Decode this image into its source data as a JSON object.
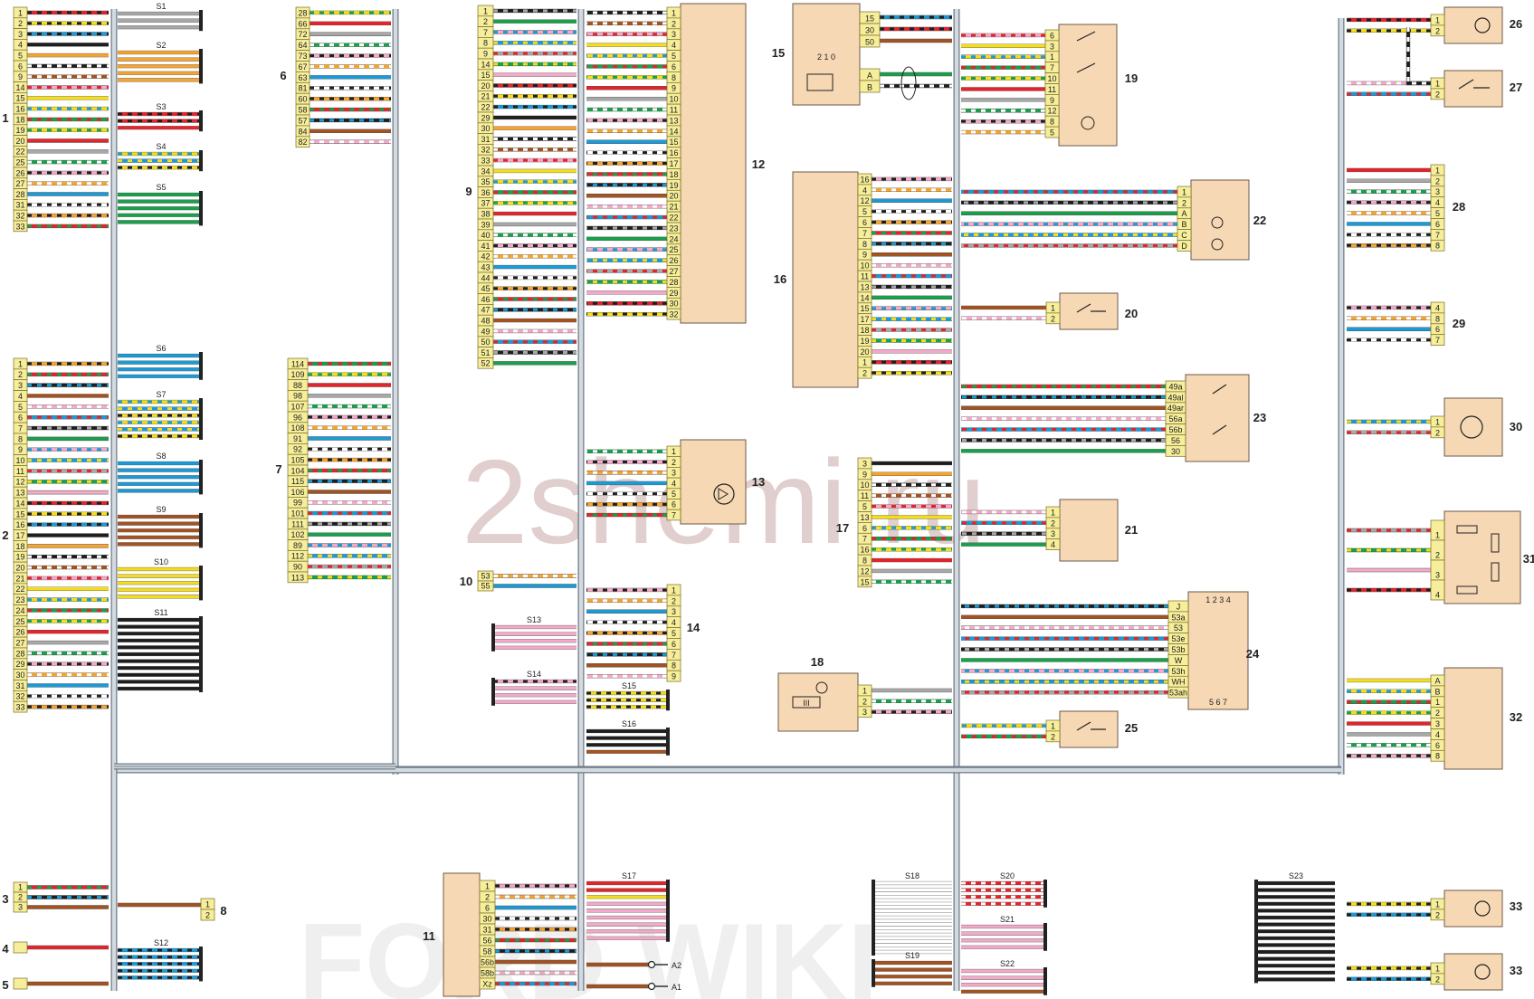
{
  "watermark": {
    "main": "2shemi.ru",
    "footer": "FORD WIKI"
  },
  "colors": {
    "bg": "#ffffff",
    "connector": "#f6ee9a",
    "box": "#f7d8b4",
    "box_stroke": "#6b5a48",
    "bundle": "#c8d0d8",
    "splice": "#222222"
  },
  "palette": {
    "R": "#e4232a",
    "B": "#1e1e1e",
    "W": "#ffffff",
    "L": "#1a9bd7",
    "G": "#18a04a",
    "Y": "#f4de1c",
    "O": "#f6a42f",
    "P": "#f3a9c8",
    "N": "#a4521f",
    "S": "#a8a8a8",
    "V": "#7a4aa0"
  },
  "components": [
    {
      "id": "1",
      "label": "1",
      "pins": [
        "1",
        "2",
        "3",
        "4",
        "5",
        "6",
        "9",
        "14",
        "15",
        "16",
        "18",
        "19",
        "20",
        "22",
        "25",
        "26",
        "27",
        "28",
        "31",
        "32",
        "33"
      ]
    },
    {
      "id": "2",
      "label": "2",
      "pins": [
        "1",
        "2",
        "3",
        "4",
        "5",
        "6",
        "7",
        "8",
        "9",
        "10",
        "11",
        "12",
        "13",
        "14",
        "15",
        "16",
        "17",
        "18",
        "19",
        "20",
        "21",
        "22",
        "23",
        "24",
        "25",
        "26",
        "27",
        "28",
        "29",
        "30",
        "31",
        "32",
        "33"
      ]
    },
    {
      "id": "3",
      "label": "3",
      "pins": [
        "1",
        "2",
        "3"
      ]
    },
    {
      "id": "4",
      "label": "4",
      "pins": [
        ""
      ]
    },
    {
      "id": "5",
      "label": "5",
      "pins": [
        ""
      ]
    },
    {
      "id": "6",
      "label": "6",
      "pins": [
        "28",
        "66",
        "72",
        "64",
        "73",
        "67",
        "63",
        "81",
        "60",
        "58",
        "57",
        "84",
        "82"
      ]
    },
    {
      "id": "7",
      "label": "7",
      "pins": [
        "114",
        "109",
        "88",
        "98",
        "107",
        "96",
        "108",
        "91",
        "92",
        "105",
        "104",
        "115",
        "106",
        "99",
        "101",
        "111",
        "102",
        "89",
        "112",
        "90",
        "113"
      ]
    },
    {
      "id": "8",
      "label": "8",
      "pins": [
        "1",
        "2"
      ]
    },
    {
      "id": "9",
      "label": "9",
      "pins": [
        "1",
        "2",
        "7",
        "8",
        "9",
        "14",
        "15",
        "20",
        "21",
        "22",
        "29",
        "30",
        "31",
        "32",
        "33",
        "34",
        "35",
        "36",
        "37",
        "38",
        "39",
        "40",
        "41",
        "42",
        "43",
        "44",
        "45",
        "46",
        "47",
        "48",
        "49",
        "50",
        "51",
        "52"
      ]
    },
    {
      "id": "10",
      "label": "10",
      "pins": [
        "53",
        "55"
      ]
    },
    {
      "id": "11",
      "label": "11",
      "pins": [
        "1",
        "2",
        "6",
        "30",
        "31",
        "56",
        "58",
        "56b",
        "58b",
        "Xz"
      ]
    },
    {
      "id": "12",
      "label": "12",
      "pins": [
        "1",
        "2",
        "3",
        "4",
        "5",
        "6",
        "8",
        "9",
        "10",
        "11",
        "13",
        "14",
        "15",
        "16",
        "17",
        "18",
        "19",
        "20",
        "21",
        "22",
        "23",
        "24",
        "25",
        "26",
        "27",
        "28",
        "29",
        "30",
        "32"
      ]
    },
    {
      "id": "13",
      "label": "13",
      "pins": [
        "1",
        "2",
        "3",
        "4",
        "5",
        "6",
        "7"
      ]
    },
    {
      "id": "14",
      "label": "14",
      "pins": [
        "1",
        "2",
        "3",
        "4",
        "5",
        "6",
        "7",
        "8",
        "9"
      ]
    },
    {
      "id": "15",
      "label": "15",
      "pins": [
        "15",
        "30",
        "50",
        "A",
        "B"
      ],
      "switch_positions": "2 1 0"
    },
    {
      "id": "16",
      "label": "16",
      "pins": [
        "16",
        "4",
        "12",
        "5",
        "6",
        "7",
        "8",
        "9",
        "10",
        "11",
        "13",
        "14",
        "15",
        "17",
        "18",
        "19",
        "20",
        "1",
        "2"
      ]
    },
    {
      "id": "17",
      "label": "17",
      "pins": [
        "3",
        "9",
        "10",
        "11",
        "5",
        "13",
        "6",
        "7",
        "16",
        "8",
        "12",
        "15"
      ]
    },
    {
      "id": "18",
      "label": "18",
      "pins": [
        "1",
        "2",
        "3"
      ],
      "fuse_mark": "III"
    },
    {
      "id": "19",
      "label": "19",
      "pins": [
        "6",
        "3",
        "1",
        "7",
        "10",
        "11",
        "9",
        "12",
        "8",
        "5"
      ]
    },
    {
      "id": "20",
      "label": "20",
      "pins": [
        "1",
        "2"
      ]
    },
    {
      "id": "21",
      "label": "21",
      "pins": [
        "1",
        "2",
        "3",
        "4"
      ]
    },
    {
      "id": "22",
      "label": "22",
      "pins": [
        "1",
        "2",
        "A",
        "B",
        "C",
        "D"
      ]
    },
    {
      "id": "23",
      "label": "23",
      "pins": [
        "49a",
        "49al",
        "49ar",
        "56a",
        "56b",
        "56",
        "30"
      ]
    },
    {
      "id": "24",
      "label": "24",
      "pins": [
        "J",
        "53a",
        "53",
        "53e",
        "53b",
        "W",
        "53h",
        "WH",
        "53ah"
      ],
      "top_positions": "1 2 3 4",
      "bottom_positions": "5 6 7"
    },
    {
      "id": "25",
      "label": "25",
      "pins": [
        "1",
        "2"
      ]
    },
    {
      "id": "26",
      "label": "26",
      "pins": [
        "1",
        "2"
      ]
    },
    {
      "id": "27",
      "label": "27",
      "pins": [
        "1",
        "2"
      ]
    },
    {
      "id": "28",
      "label": "28",
      "pins": [
        "1",
        "2",
        "3",
        "4",
        "5",
        "6",
        "7",
        "8"
      ]
    },
    {
      "id": "29",
      "label": "29",
      "pins": [
        "4",
        "8",
        "6",
        "7"
      ]
    },
    {
      "id": "30",
      "label": "30",
      "pins": [
        "1",
        "2"
      ]
    },
    {
      "id": "31",
      "label": "31",
      "pins": [
        "1",
        "2",
        "3",
        "4"
      ]
    },
    {
      "id": "32",
      "label": "32",
      "pins": [
        "A",
        "B",
        "1",
        "2",
        "3",
        "4",
        "6",
        "8"
      ]
    },
    {
      "id": "33a",
      "label": "33",
      "pins": [
        "1",
        "2"
      ]
    },
    {
      "id": "33b",
      "label": "33",
      "pins": [
        "1",
        "2"
      ]
    }
  ],
  "splices": [
    "S1",
    "S2",
    "S3",
    "S4",
    "S5",
    "S6",
    "S7",
    "S8",
    "S9",
    "S10",
    "S11",
    "S12",
    "S13",
    "S14",
    "S15",
    "S16",
    "S17",
    "S18",
    "S19",
    "S20",
    "S21",
    "S22",
    "S23"
  ],
  "terminals": [
    "A2",
    "A1"
  ]
}
